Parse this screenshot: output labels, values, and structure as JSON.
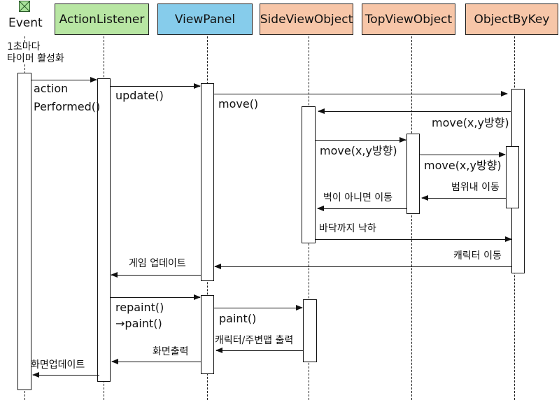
{
  "diagram": {
    "type": "sequence",
    "actor": {
      "label": "Event",
      "icon": "boundary-x-box-icon",
      "color": "#a8e29a"
    },
    "actor_note": [
      "1초마다",
      "타이머 활성화"
    ],
    "participants": [
      {
        "label": "ActionListener",
        "color": "#b8e6a3"
      },
      {
        "label": "ViewPanel",
        "color": "#86cceb"
      },
      {
        "label": "SideViewObject",
        "color": "#f7c6a8"
      },
      {
        "label": "TopViewObject",
        "color": "#f7c6a8"
      },
      {
        "label": "ObjectByKey",
        "color": "#f7c6a8"
      }
    ],
    "messages": [
      {
        "from": "Event",
        "to": "ActionListener",
        "label_line1": "action",
        "label_line2": "Performed()"
      },
      {
        "from": "ActionListener",
        "to": "ViewPanel",
        "label": "update()"
      },
      {
        "from": "ViewPanel",
        "to": "ObjectByKey",
        "label": "move()"
      },
      {
        "from": "ObjectByKey",
        "to": "SideViewObject",
        "label": "move(x,y방향)"
      },
      {
        "from": "SideViewObject",
        "to": "TopViewObject",
        "label": "move(x,y방향)"
      },
      {
        "from": "TopViewObject",
        "to": "ObjectByKey",
        "label": "move(x,y방향)"
      },
      {
        "from": "ObjectByKey",
        "to": "TopViewObject",
        "label": "범위내 이동"
      },
      {
        "from": "TopViewObject",
        "to": "SideViewObject",
        "label": "벽이 아니면 이동"
      },
      {
        "from": "SideViewObject",
        "to": "ObjectByKey",
        "label": "바닥까지 낙하"
      },
      {
        "from": "ObjectByKey",
        "to": "ViewPanel",
        "label": "캐릭터 이동"
      },
      {
        "from": "ViewPanel",
        "to": "ActionListener",
        "label": "게임 업데이트"
      },
      {
        "from": "ActionListener",
        "to": "ViewPanel",
        "label_line1": "repaint()",
        "label_line2": "→paint()"
      },
      {
        "from": "ViewPanel",
        "to": "SideViewObject",
        "label": "paint()"
      },
      {
        "from": "SideViewObject",
        "to": "ViewPanel",
        "label": "캐릭터/주변맵 출력"
      },
      {
        "from": "ViewPanel",
        "to": "ActionListener",
        "label": "화면출력"
      },
      {
        "from": "ActionListener",
        "to": "Event",
        "label": "화면업데이트"
      }
    ]
  }
}
